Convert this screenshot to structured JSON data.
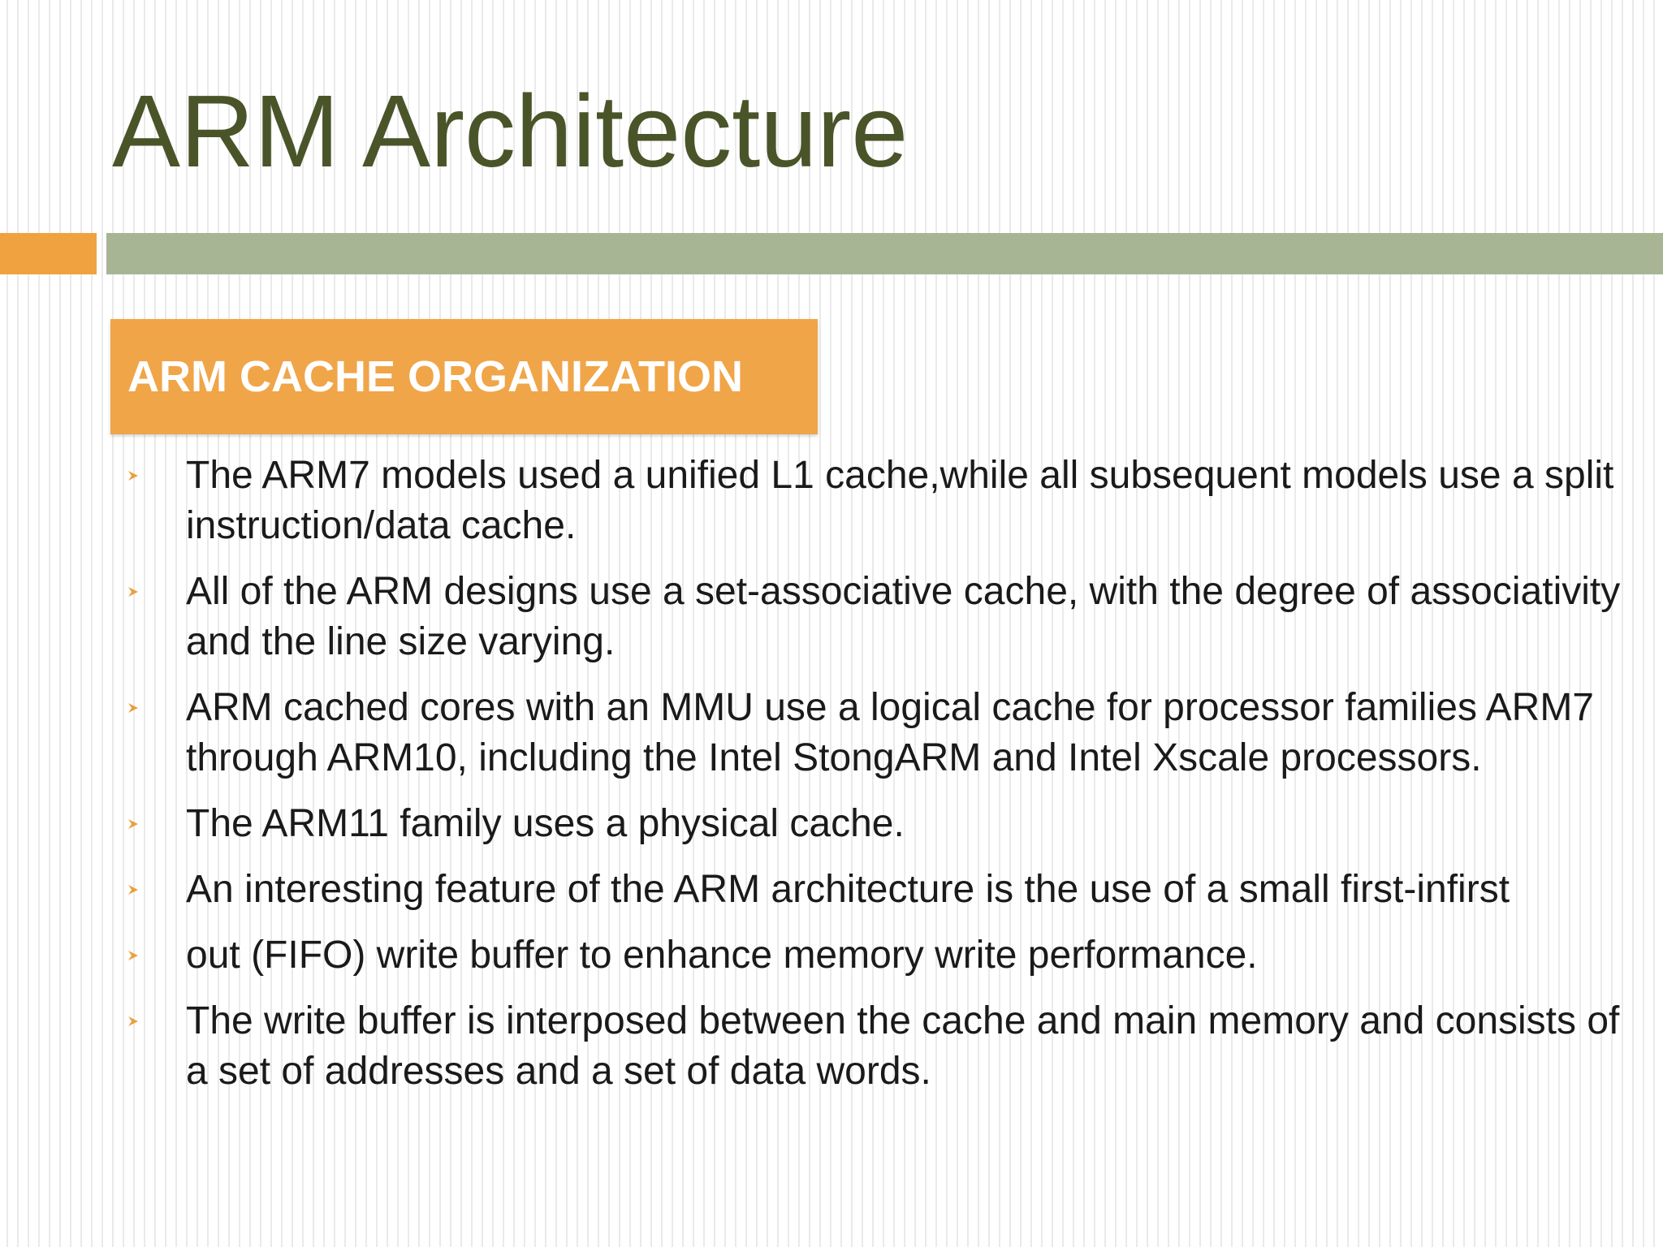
{
  "slide": {
    "title": "ARM Architecture",
    "section_label": "ARM CACHE ORGANIZATION"
  },
  "bullets": [
    {
      "text": "The ARM7 models used a unified L1 cache,while all subsequent models use a split instruction/data cache."
    },
    {
      "text": "All of the ARM designs use a set-associative cache, with the degree of associativity and the line size varying."
    },
    {
      "text": "ARM cached cores with an MMU use a logical cache for processor families ARM7 through ARM10, including the Intel StongARM and Intel Xscale processors."
    },
    {
      "text": "The ARM11 family uses a physical cache."
    },
    {
      "text": "An interesting feature of the ARM architecture is the use of a small first-infirst"
    },
    {
      "text": "out (FIFO) write buffer to enhance memory write performance."
    },
    {
      "text": "The write buffer is interposed between the cache and main memory and consists of a set of addresses and a set of data words."
    }
  ],
  "colors": {
    "title": "#4a5429",
    "accent_orange": "#f0a240",
    "accent_green": "#a8b595",
    "bullet_marker": "#e8a040"
  },
  "icons": {
    "bullet": "arrowhead-bullet-icon"
  }
}
